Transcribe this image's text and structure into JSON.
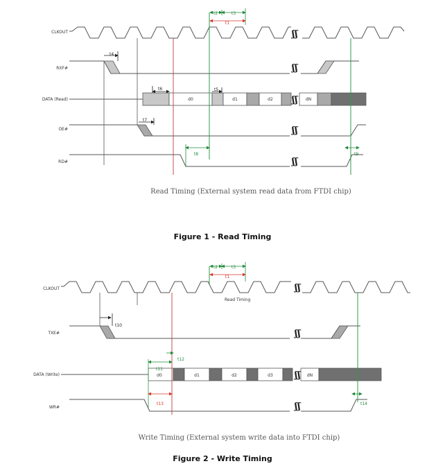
{
  "figure1": {
    "signals": {
      "clkout": "CLKOUT",
      "rxf": "RXF#",
      "data": "DATA (Read)",
      "oe": "OE#",
      "rd": "RD#"
    },
    "cells": [
      "d0",
      "d1",
      "d2",
      "dN"
    ],
    "timings": {
      "t1": "t1",
      "t2": "t2",
      "t3": "t3",
      "t4": "t4",
      "t5": "t5",
      "t6": "t6",
      "t7": "t7",
      "t8": "t8",
      "t9": "t9"
    },
    "caption": "Read Timing (External system read data from FTDI chip)",
    "title": "Figure 1 - Read Timing"
  },
  "figure2": {
    "signals": {
      "clkout": "CLKOUT",
      "txe": "TXE#",
      "data": "DATA (Write)",
      "wr": "WR#"
    },
    "cells": [
      "d0",
      "d1",
      "d2",
      "d3",
      "dN"
    ],
    "timings": {
      "t1": "t1",
      "t2": "t2",
      "t3": "t3",
      "t10": "t10",
      "t11": "t11",
      "t12": "t12",
      "t13": "t13",
      "t14": "t14"
    },
    "note": "Read Timing",
    "caption": "Write Timing (External system write data into FTDI chip)",
    "title": "Figure 2 - Write Timing"
  },
  "colors": {
    "line": "#555555",
    "cell_light": "#c8c8c8",
    "cell_mid": "#a9a9a9",
    "cell_dark": "#707070",
    "red": "#d9372e",
    "green": "#1f8a3a",
    "marker_red": "#c0504d",
    "marker_green": "#2e9a47"
  }
}
